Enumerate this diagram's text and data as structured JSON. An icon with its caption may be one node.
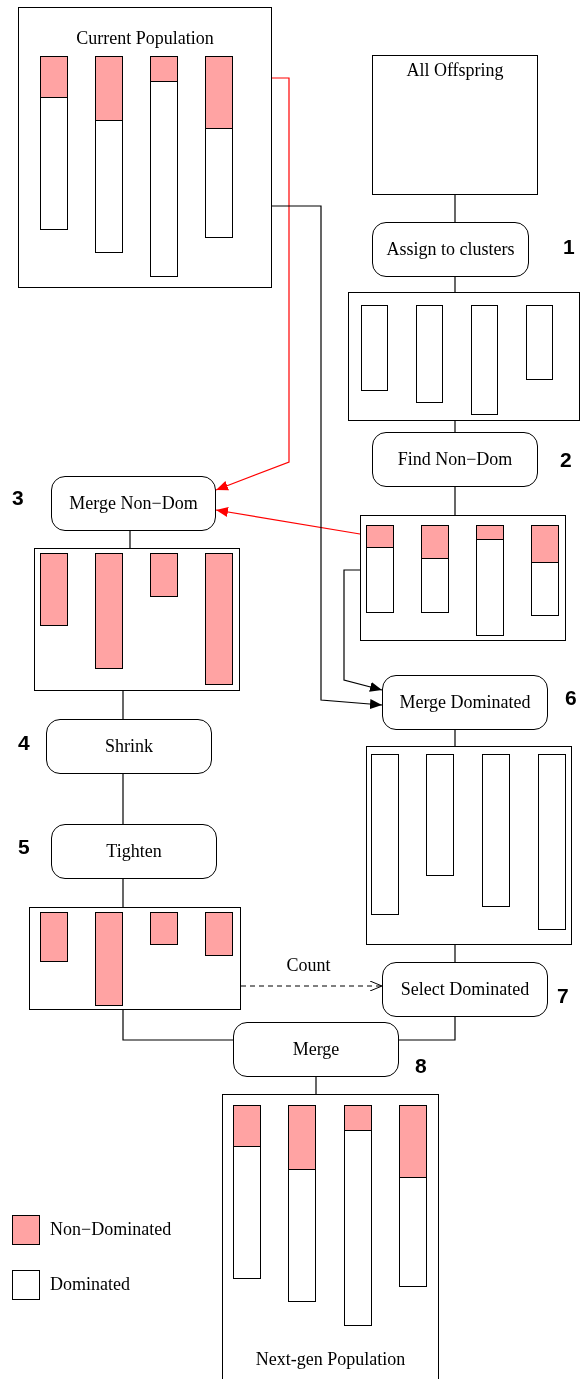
{
  "diagram": {
    "nodes": [
      {
        "text": [
          "Current Population"
        ]
      },
      {
        "text": [],
        "shape": "bar",
        "in": 0
      },
      {
        "text": [],
        "shape": "bar",
        "in": 0
      },
      {
        "text": [],
        "shape": "bar",
        "in": 0
      },
      {
        "text": [],
        "shape": "bar",
        "in": 0
      },
      {
        "text": [
          "All Offspring"
        ]
      },
      {
        "text": [
          "Assign to clusters"
        ],
        "beside": [
          "1"
        ]
      },
      {
        "text": [],
        "shape": "box"
      },
      {
        "text": [],
        "shape": "bar",
        "in": 7
      },
      {
        "text": [],
        "shape": "bar",
        "in": 7
      },
      {
        "text": [],
        "shape": "bar",
        "in": 7
      },
      {
        "text": [],
        "shape": "bar",
        "in": 7
      },
      {
        "text": [
          "Find Non−Dom"
        ],
        "beside": [
          "2"
        ]
      },
      {
        "text": [],
        "shape": "box"
      },
      {
        "text": [],
        "shape": "bar",
        "in": 13
      },
      {
        "text": [],
        "shape": "bar",
        "in": 13
      },
      {
        "text": [],
        "shape": "bar",
        "in": 13
      },
      {
        "text": [],
        "shape": "bar",
        "in": 13
      },
      {
        "text": [
          "Merge Non−Dom"
        ],
        "beside": [
          "3"
        ]
      },
      {
        "text": [],
        "shape": "box"
      },
      {
        "text": [],
        "shape": "bar",
        "in": 19
      },
      {
        "text": [],
        "shape": "bar",
        "in": 19
      },
      {
        "text": [],
        "shape": "bar",
        "in": 19
      },
      {
        "text": [],
        "shape": "bar",
        "in": 19
      },
      {
        "text": [
          "Shrink"
        ],
        "beside": [
          "4"
        ]
      },
      {
        "text": [
          "Tighten"
        ],
        "beside": [
          "5"
        ]
      },
      {
        "text": [],
        "shape": "box"
      },
      {
        "text": [],
        "shape": "bar",
        "in": 26
      },
      {
        "text": [],
        "shape": "bar",
        "in": 26
      },
      {
        "text": [],
        "shape": "bar",
        "in": 26
      },
      {
        "text": [],
        "shape": "bar",
        "in": 26
      },
      {
        "text": [
          "Merge Dominated"
        ],
        "beside": [
          "6"
        ]
      },
      {
        "text": [],
        "shape": "box"
      },
      {
        "text": [],
        "shape": "bar",
        "in": 32
      },
      {
        "text": [],
        "shape": "bar",
        "in": 32
      },
      {
        "text": [],
        "shape": "bar",
        "in": 32
      },
      {
        "text": [],
        "shape": "bar",
        "in": 32
      },
      {
        "text": [
          "Select Dominated"
        ],
        "beside": [
          "7"
        ]
      },
      {
        "text": [
          "Merge"
        ],
        "beside": [
          "8"
        ]
      },
      {
        "text": [
          "Next-gen Population"
        ]
      },
      {
        "text": [],
        "shape": "bar",
        "in": 39
      },
      {
        "text": [],
        "shape": "bar",
        "in": 39
      },
      {
        "text": [],
        "shape": "bar",
        "in": 39
      },
      {
        "text": [],
        "shape": "bar",
        "in": 39
      }
    ],
    "edges": [
      {
        "from": 5,
        "to": 6,
        "arrow": "none"
      },
      {
        "from": 6,
        "to": 7,
        "arrow": "none"
      },
      {
        "from": 7,
        "to": 12,
        "arrow": "none"
      },
      {
        "from": 12,
        "to": 13,
        "arrow": "none"
      },
      {
        "from": 4,
        "to": 18,
        "arrow": "to",
        "color": "#ff0000"
      },
      {
        "from": 14,
        "to": 18,
        "arrow": "to",
        "color": "#ff0000"
      },
      {
        "from": 4,
        "to": 31,
        "arrow": "to"
      },
      {
        "from": 14,
        "to": 31,
        "arrow": "to"
      },
      {
        "from": 18,
        "to": 19,
        "arrow": "none"
      },
      {
        "from": 19,
        "to": 24,
        "arrow": "none"
      },
      {
        "from": 24,
        "to": 25,
        "arrow": "none"
      },
      {
        "from": 25,
        "to": 26,
        "arrow": "none"
      },
      {
        "from": 31,
        "to": 32,
        "arrow": "none"
      },
      {
        "from": 32,
        "to": 37,
        "arrow": "none"
      },
      {
        "from": 26,
        "to": 37,
        "arrow": "to",
        "label": "Count",
        "style": "dashed"
      },
      {
        "from": 26,
        "to": 38,
        "arrow": "none"
      },
      {
        "from": 37,
        "to": 38,
        "arrow": "none"
      },
      {
        "from": 38,
        "to": 39,
        "arrow": "none"
      }
    ],
    "legend": [
      {
        "text": "Non−Dominated",
        "color": "#ffa3a3"
      },
      {
        "text": "Dominated",
        "color": "#ffffff"
      }
    ]
  }
}
